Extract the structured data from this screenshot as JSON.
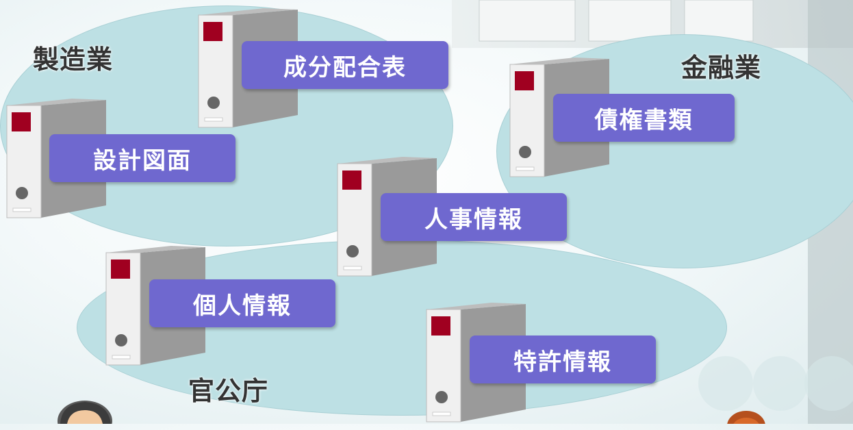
{
  "sectors": {
    "manufacturing": "製造業",
    "finance": "金融業",
    "government": "官公庁"
  },
  "documents": {
    "ingredient_formula": "成分配合表",
    "design_drawing": "設計図面",
    "bond_documents": "債権書類",
    "hr_info": "人事情報",
    "personal_info": "個人情報",
    "patent_info": "特許情報"
  },
  "colors": {
    "bubble": "#bde0e4",
    "label_bg": "#6f68cf",
    "binder_accent": "#a00020"
  }
}
